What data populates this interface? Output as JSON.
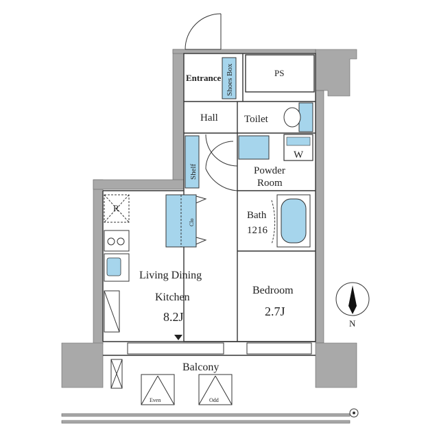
{
  "plan": {
    "rooms": {
      "entrance": "Entrance",
      "shoes_box": "Shoes Box",
      "ps": "PS",
      "hall": "Hall",
      "toilet": "Toilet",
      "washer": "W",
      "shelf": "Shelf",
      "powder_room_line1": "Powder",
      "powder_room_line2": "Room",
      "refrigerator": "R",
      "closet": "Clo",
      "bath_line1": "Bath",
      "bath_line2": "1216",
      "ldk_line1": "Living Dining",
      "ldk_line2": "Kitchen",
      "ldk_size": "8.2J",
      "bedroom": "Bedroom",
      "bedroom_size": "2.7J",
      "balcony": "Balcony",
      "even": "Even",
      "odd": "Odd"
    },
    "compass": {
      "north_label": "N"
    },
    "colors": {
      "wall": "#a9a9a9",
      "fixture_blue": "#a6d5ec",
      "line": "#333333"
    }
  }
}
